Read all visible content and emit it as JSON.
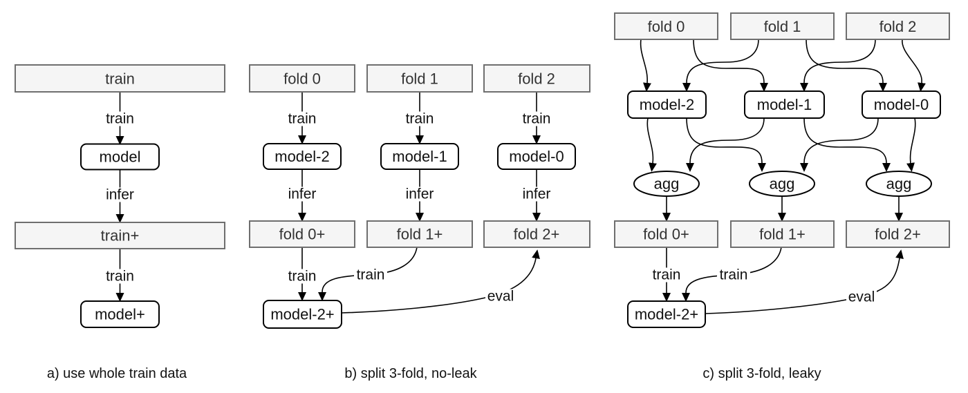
{
  "colors": {
    "background": "#ffffff",
    "data_box_fill": "#f5f5f5",
    "data_box_border": "#6e6e6e",
    "model_box_fill": "#ffffff",
    "model_box_border": "#000000",
    "edge_color": "#000000",
    "data_box_text": "#333333",
    "text_color": "#111111"
  },
  "panels": {
    "a": {
      "caption": "a) use whole train data",
      "nodes": {
        "train": "train",
        "model": "model",
        "train_plus": "train+",
        "model_plus": "model+"
      },
      "edge_labels": {
        "train_1": "train",
        "infer": "infer",
        "train_2": "train"
      }
    },
    "b": {
      "caption": "b) split 3-fold, no-leak",
      "nodes": {
        "fold_0": "fold 0",
        "fold_1": "fold 1",
        "fold_2": "fold 2",
        "model_2": "model-2",
        "model_1": "model-1",
        "model_0": "model-0",
        "fold_0_plus": "fold 0+",
        "fold_1_plus": "fold 1+",
        "fold_2_plus": "fold 2+",
        "model_2_plus": "model-2+"
      },
      "edge_labels": {
        "train_0": "train",
        "train_1": "train",
        "train_2": "train",
        "infer_0": "infer",
        "infer_1": "infer",
        "infer_2": "infer",
        "train_direct": "train",
        "train_merge": "train",
        "eval": "eval"
      }
    },
    "c": {
      "caption": "c) split 3-fold, leaky",
      "nodes": {
        "fold_0": "fold 0",
        "fold_1": "fold 1",
        "fold_2": "fold 2",
        "model_2": "model-2",
        "model_1": "model-1",
        "model_0": "model-0",
        "agg_0": "agg",
        "agg_1": "agg",
        "agg_2": "agg",
        "fold_0_plus": "fold 0+",
        "fold_1_plus": "fold 1+",
        "fold_2_plus": "fold 2+",
        "model_2_plus": "model-2+"
      },
      "edge_labels": {
        "train_direct": "train",
        "train_merge": "train",
        "eval": "eval"
      }
    }
  }
}
